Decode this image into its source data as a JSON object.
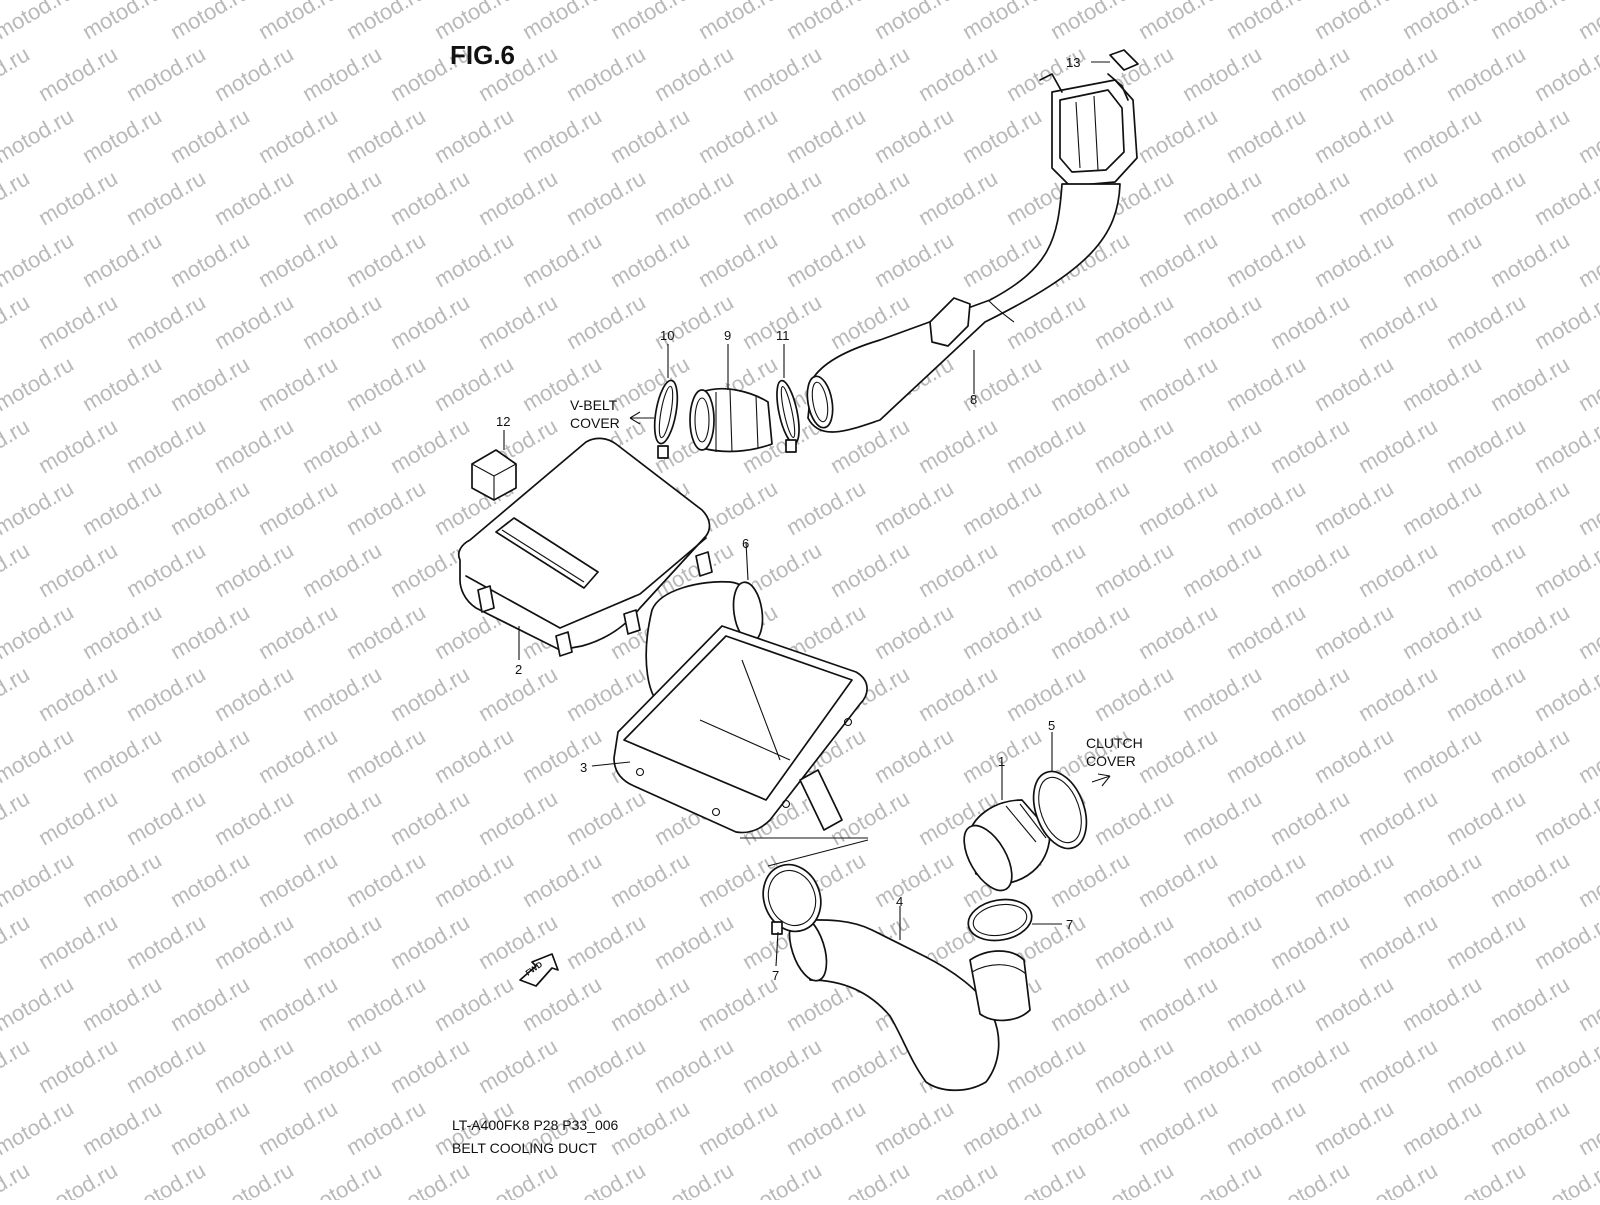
{
  "figure": {
    "title": "FIG.6",
    "code": "LT-A400FK8 P28 P33_006",
    "name": "BELT COOLING DUCT"
  },
  "watermark": "motod.ru",
  "callouts": [
    "1",
    "2",
    "3",
    "4",
    "5",
    "6",
    "7",
    "7",
    "8",
    "9",
    "10",
    "11",
    "12",
    "13"
  ],
  "notes": {
    "vbelt_line1": "V-BELT",
    "vbelt_line2": "COVER",
    "clutch_line1": "CLUTCH",
    "clutch_line2": "COVER"
  },
  "fwd_label": "FWD"
}
